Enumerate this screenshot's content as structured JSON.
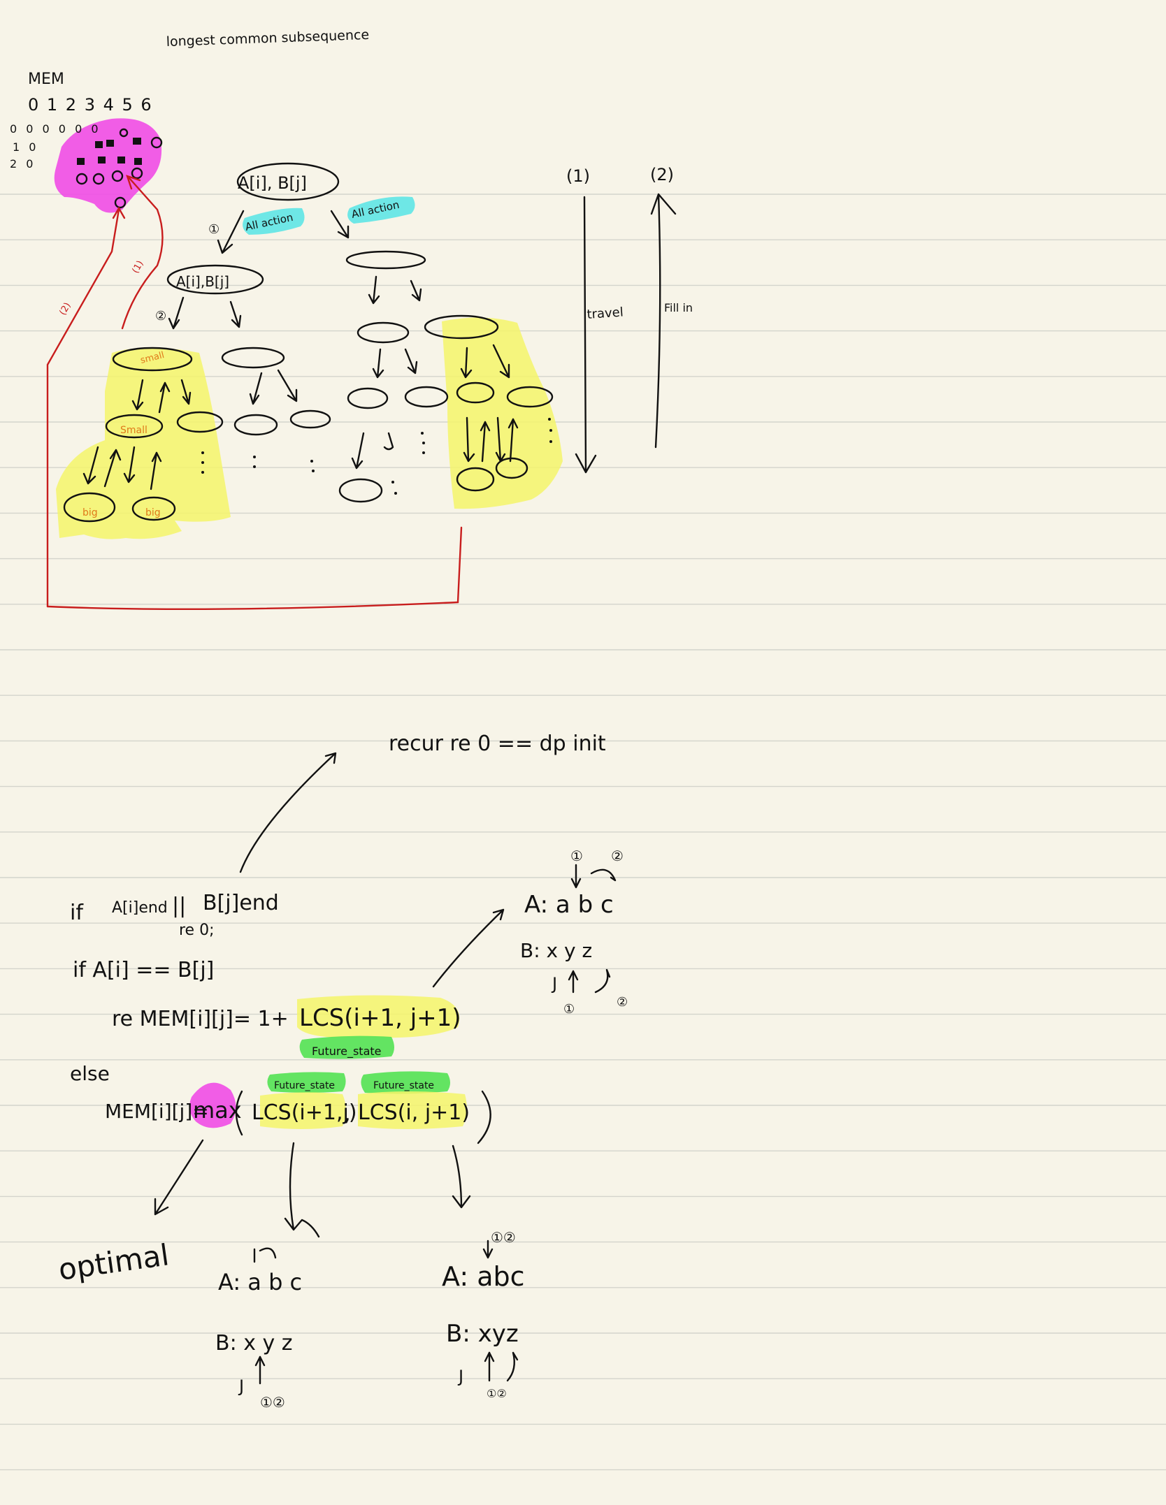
{
  "title": "longest common subsequence",
  "mem": {
    "label": "MEM",
    "col_header": "0 1 2 3 4 5 6",
    "rows": [
      "0 0 0 0 0 0",
      "1 0",
      "2 0"
    ]
  },
  "tree": {
    "root": "A[i], B[j]",
    "child": "A[i],B[j]",
    "action_left": "All action",
    "action_right": "All action",
    "node_small_1": "small",
    "node_small_2": "Small",
    "node_big_1": "big",
    "node_big_2": "big",
    "step_1": "①",
    "step_2": "②",
    "red_1": "(1)",
    "red_2": "(2)"
  },
  "flow": {
    "label_1": "(1)",
    "label_2": "(2)",
    "travel": "travel",
    "fill_in": "Fill in"
  },
  "code": {
    "recur_note": "recur re 0 == dp init",
    "line1_if": "if",
    "line1_a": "A[i]end",
    "line1_or": "||",
    "line1_b": "B[j]end",
    "line1_re": "re 0;",
    "line2": "if A[i] == B[j]",
    "line3_prefix": "re MEM[i][j]= 1+",
    "line3_call": "LCS(i+1, j+1)",
    "future_1": "Future_state",
    "line4_else": "else",
    "line5_prefix": "MEM[i][j]=",
    "line5_max": "max",
    "line5_call1": "LCS(i+1,j)",
    "line5_comma": ",",
    "line5_call2": "LCS(i, j+1)",
    "future_2": "Future_state",
    "future_3": "Future_state",
    "optimal": "optimal"
  },
  "examples": {
    "top": {
      "a": "A: a b c",
      "b": "B: x y z",
      "j": "J",
      "n1": "①",
      "n2": "②"
    },
    "left": {
      "a": "A: a b c",
      "b": "B: x y z",
      "j": "J",
      "n": "①②"
    },
    "right": {
      "a": "A: abc",
      "b": "B: xyz",
      "j": "J",
      "n": "①②"
    }
  },
  "colors": {
    "paper": "#f7f4e8",
    "rule": "#d4d4cc",
    "yellow_highlight": "#f5f56a",
    "cyan_highlight": "#5ee6e6",
    "green_highlight": "#5be35b",
    "magenta_highlight": "#f04de6",
    "red_ink": "#c81d1d"
  }
}
